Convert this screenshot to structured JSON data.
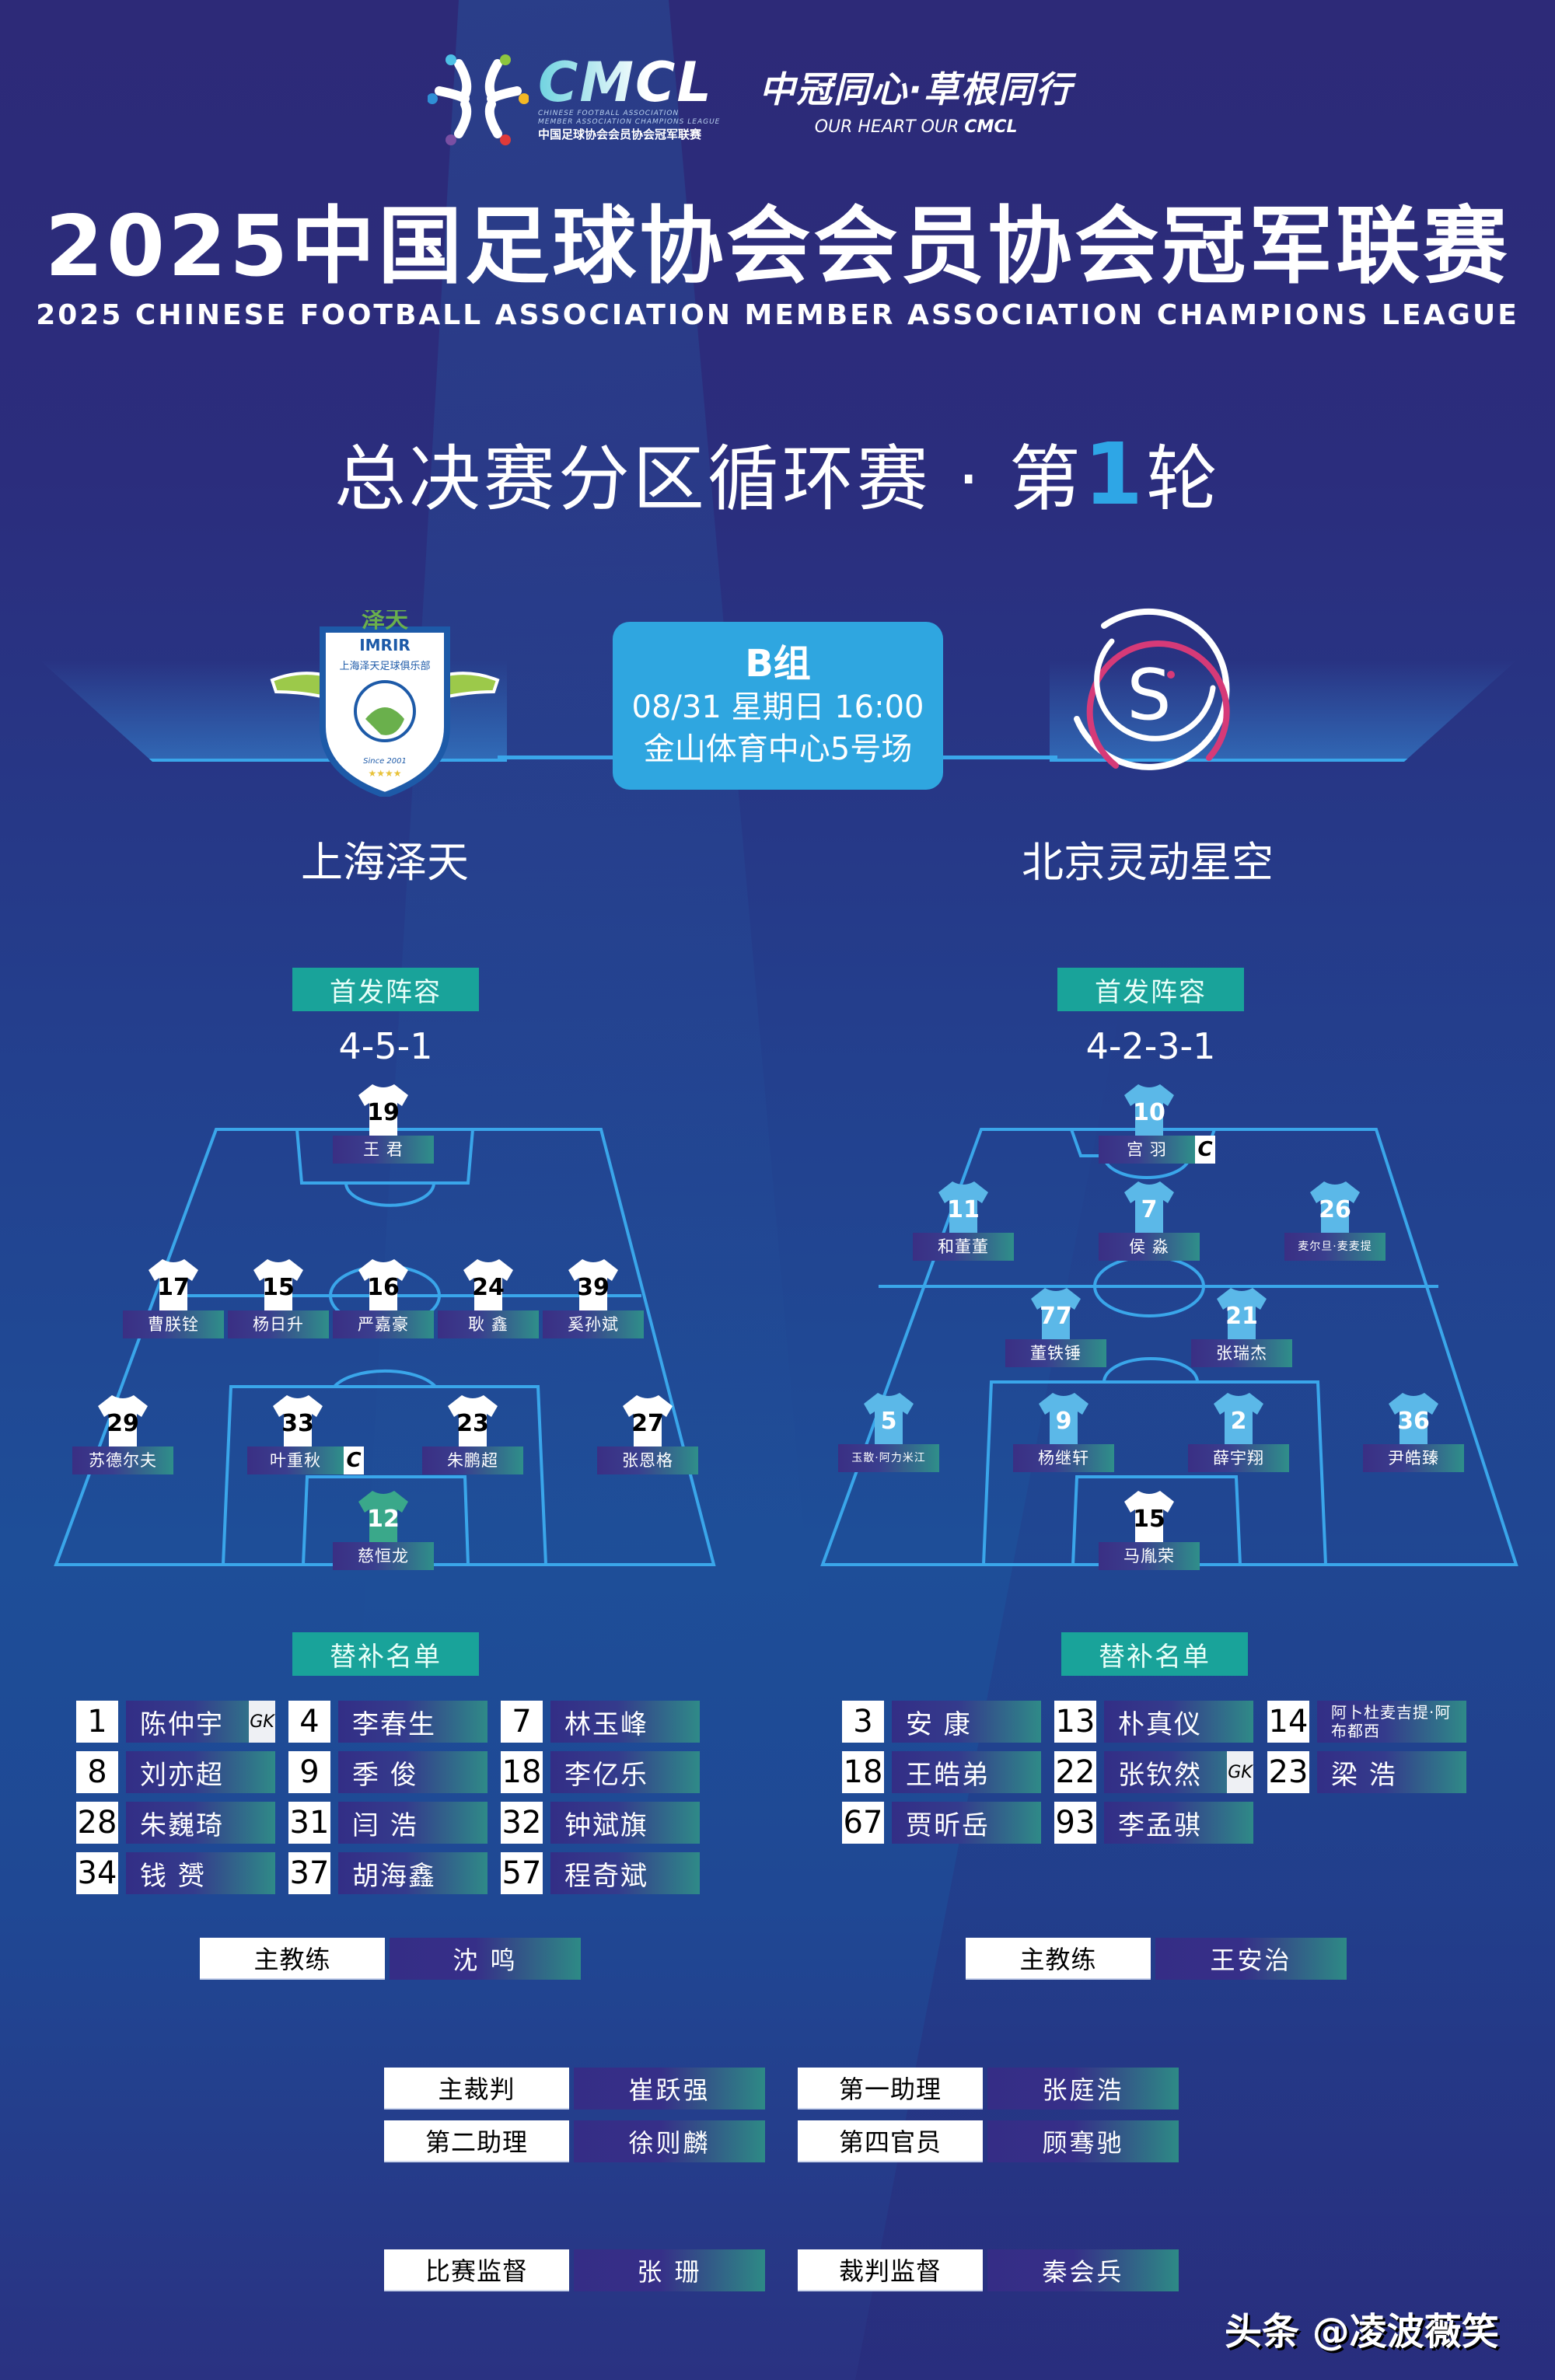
{
  "header": {
    "logo_word": "CMCL",
    "logo_sub_en_1": "CHINESE FOOTBALL ASSOCIATION",
    "logo_sub_en_2": "MEMBER ASSOCIATION CHAMPIONS LEAGUE",
    "logo_sub_cn": "中国足球协会会员协会冠军联赛",
    "slogan_cn": "中冠同心·草根同行",
    "slogan_en_prefix": "OUR HEART OUR ",
    "slogan_en_brand": "CMCL"
  },
  "title": {
    "cn": "2025中国足球协会会员协会冠军联赛",
    "en": "2025 CHINESE FOOTBALL ASSOCIATION MEMBER ASSOCIATION CHAMPIONS LEAGUE"
  },
  "round": {
    "prefix": "总决赛分区循环赛 · 第",
    "number": "1",
    "suffix": "轮"
  },
  "match": {
    "group": "B组",
    "datetime": "08/31 星期日 16:00",
    "venue": "金山体育中心5号场"
  },
  "colors": {
    "accent_blue": "#2fa6e0",
    "tag_teal": "#19a39a",
    "away_shirt": "#5bb8e8",
    "home_shirt": "#ffffff",
    "home_gk_shirt": "#3aa88a",
    "crest_pink": "#d63a78"
  },
  "home": {
    "name": "上海泽天",
    "crest_text_top": "泽天",
    "crest_text_brand": "IMRIR",
    "crest_text_club": "上海泽天足球俱乐部",
    "crest_text_since": "Since 2001",
    "starting_label": "首发阵容",
    "formation": "4-5-1",
    "players": [
      {
        "num": "19",
        "name": "王 君"
      },
      {
        "num": "17",
        "name": "曹朕铨"
      },
      {
        "num": "15",
        "name": "杨日升"
      },
      {
        "num": "16",
        "name": "严嘉豪"
      },
      {
        "num": "24",
        "name": "耿 鑫"
      },
      {
        "num": "39",
        "name": "奚孙斌"
      },
      {
        "num": "29",
        "name": "苏德尔夫"
      },
      {
        "num": "33",
        "name": "叶重秋",
        "captain": "C"
      },
      {
        "num": "23",
        "name": "朱鹏超"
      },
      {
        "num": "27",
        "name": "张恩格"
      },
      {
        "num": "12",
        "name": "慈恒龙"
      }
    ],
    "subs_label": "替补名单",
    "subs": [
      {
        "num": "1",
        "name": "陈仲宇",
        "tag": "GK"
      },
      {
        "num": "4",
        "name": "李春生"
      },
      {
        "num": "7",
        "name": "林玉峰"
      },
      {
        "num": "8",
        "name": "刘亦超"
      },
      {
        "num": "9",
        "name": "季 俊"
      },
      {
        "num": "18",
        "name": "李亿乐"
      },
      {
        "num": "28",
        "name": "朱巍琦"
      },
      {
        "num": "31",
        "name": "闫 浩"
      },
      {
        "num": "32",
        "name": "钟斌旗"
      },
      {
        "num": "34",
        "name": "钱 赟"
      },
      {
        "num": "37",
        "name": "胡海鑫"
      },
      {
        "num": "57",
        "name": "程奇斌"
      }
    ],
    "coach_label": "主教练",
    "coach": "沈 鸣"
  },
  "away": {
    "name": "北京灵动星空",
    "crest_letter": "S",
    "starting_label": "首发阵容",
    "formation": "4-2-3-1",
    "players": [
      {
        "num": "10",
        "name": "宫 羽",
        "captain": "C"
      },
      {
        "num": "11",
        "name": "和董董"
      },
      {
        "num": "7",
        "name": "侯 淼"
      },
      {
        "num": "26",
        "name": "麦尔旦·麦麦提"
      },
      {
        "num": "77",
        "name": "董铁锤"
      },
      {
        "num": "21",
        "name": "张瑞杰"
      },
      {
        "num": "5",
        "name": "玉散·阿力米江"
      },
      {
        "num": "9",
        "name": "杨继轩"
      },
      {
        "num": "2",
        "name": "薛宇翔"
      },
      {
        "num": "36",
        "name": "尹皓臻"
      },
      {
        "num": "15",
        "name": "马胤荣"
      }
    ],
    "subs_label": "替补名单",
    "subs": [
      {
        "num": "3",
        "name": "安 康"
      },
      {
        "num": "13",
        "name": "朴真仪"
      },
      {
        "num": "14",
        "name": "阿卜杜麦吉提·阿布都西"
      },
      {
        "num": "18",
        "name": "王皓弟"
      },
      {
        "num": "22",
        "name": "张钦然",
        "tag": "GK"
      },
      {
        "num": "23",
        "name": "梁 浩"
      },
      {
        "num": "67",
        "name": "贾昕岳"
      },
      {
        "num": "93",
        "name": "李孟骐"
      }
    ],
    "coach_label": "主教练",
    "coach": "王安治"
  },
  "officials": [
    {
      "role": "主裁判",
      "name": "崔跃强"
    },
    {
      "role": "第一助理",
      "name": "张庭浩"
    },
    {
      "role": "第二助理",
      "name": "徐则麟"
    },
    {
      "role": "第四官员",
      "name": "顾骞驰"
    },
    {
      "role": "比赛监督",
      "name": "张 珊"
    },
    {
      "role": "裁判监督",
      "name": "秦会兵"
    }
  ],
  "watermark": "头条 @凌波薇笑"
}
